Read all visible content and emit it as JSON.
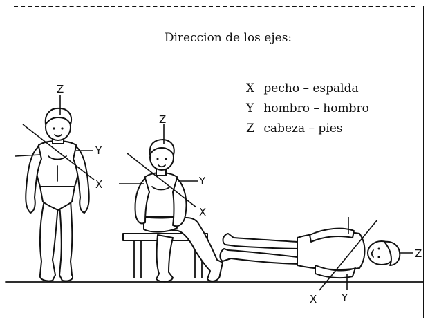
{
  "title": "Direccion de los ejes:",
  "legend": [
    {
      "axis": "X",
      "description": "pecho – espalda"
    },
    {
      "axis": "Y",
      "description": "hombro – hombro"
    },
    {
      "axis": "Z",
      "description": "cabeza – pies"
    }
  ],
  "figures": [
    {
      "pose": "standing",
      "axis_labels": {
        "x": "X",
        "y": "Y",
        "z": "Z"
      }
    },
    {
      "pose": "sitting",
      "axis_labels": {
        "x": "X",
        "y": "Y",
        "z": "Z"
      }
    },
    {
      "pose": "lying",
      "axis_labels": {
        "x": "X",
        "y": "Y",
        "z": "Z"
      }
    }
  ],
  "colors": {
    "ink": "#111111",
    "background": "#ffffff"
  }
}
